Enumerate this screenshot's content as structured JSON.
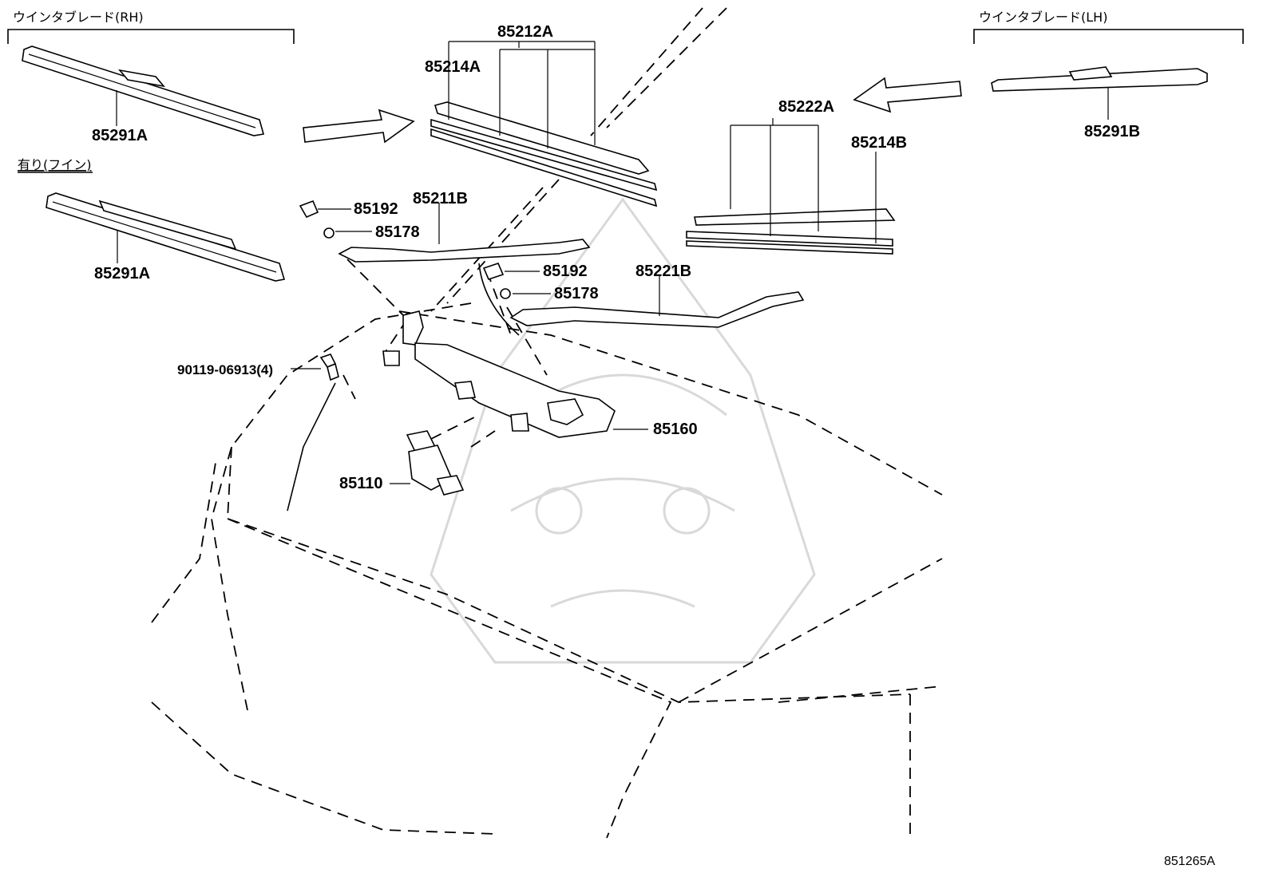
{
  "headers": {
    "rh_blade": "ウインタブレード(RH)",
    "lh_blade": "ウインタブレード(LH)",
    "option_fin": "有り(フイン)"
  },
  "parts": {
    "p85212A": "85212A",
    "p85214A": "85214A",
    "p85222A": "85222A",
    "p85214B": "85214B",
    "p85291A_top": "85291A",
    "p85291A_fin": "85291A",
    "p85291B": "85291B",
    "p85192_rh": "85192",
    "p85178_rh": "85178",
    "p85211B": "85211B",
    "p85192_lh": "85192",
    "p85178_lh": "85178",
    "p85221B": "85221B",
    "p90119": "90119-06913(4)",
    "p85160": "85160",
    "p85110": "85110"
  },
  "diagram_ref": "851265A"
}
